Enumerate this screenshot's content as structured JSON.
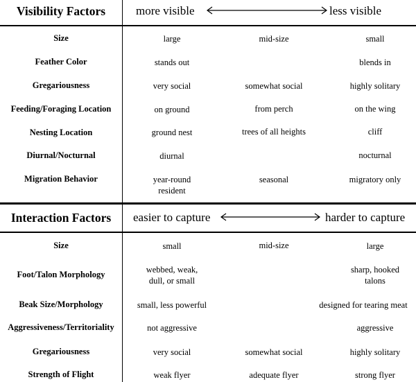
{
  "visibility": {
    "title": "Visibility Factors",
    "left_label": "more visible",
    "right_label": "less visible",
    "rows": [
      {
        "label": "Size",
        "cells": [
          "large",
          "mid-size",
          "small"
        ]
      },
      {
        "label": "Feather Color",
        "cells": [
          "stands out",
          "",
          "blends in"
        ]
      },
      {
        "label": "Gregariousness",
        "cells": [
          "very social",
          "somewhat social",
          "highly solitary"
        ]
      },
      {
        "label": "Feeding/Foraging Location",
        "cells": [
          "on ground",
          "from perch",
          "on the wing"
        ]
      },
      {
        "label": "Nesting Location",
        "cells": [
          "ground nest",
          "trees of all heights",
          "cliff"
        ]
      },
      {
        "label": "Diurnal/Nocturnal",
        "cells": [
          "diurnal",
          "",
          "nocturnal"
        ]
      },
      {
        "label": "Migration Behavior",
        "cells": [
          "year-round\nresident",
          "seasonal",
          "migratory only"
        ]
      }
    ]
  },
  "interaction": {
    "title": "Interaction Factors",
    "left_label": "easier to capture",
    "right_label": "harder to capture",
    "rows": [
      {
        "label": "Size",
        "cells": [
          "small",
          "mid-size",
          "large"
        ]
      },
      {
        "label": "Foot/Talon Morphology",
        "cells": [
          "webbed, weak,\ndull, or small",
          "",
          "sharp, hooked\ntalons"
        ]
      },
      {
        "label": "Beak Size/Morphology",
        "cells": [
          "small, less powerful",
          "",
          "designed for tearing meat"
        ]
      },
      {
        "label": "Aggressiveness/Territoriality",
        "cells": [
          "not aggressive",
          "",
          "aggressive"
        ]
      },
      {
        "label": "Gregariousness",
        "cells": [
          "very social",
          "somewhat social",
          "highly solitary"
        ]
      },
      {
        "label": "Strength of Flight",
        "cells": [
          "weak flyer",
          "adequate flyer",
          "strong flyer"
        ]
      }
    ]
  }
}
